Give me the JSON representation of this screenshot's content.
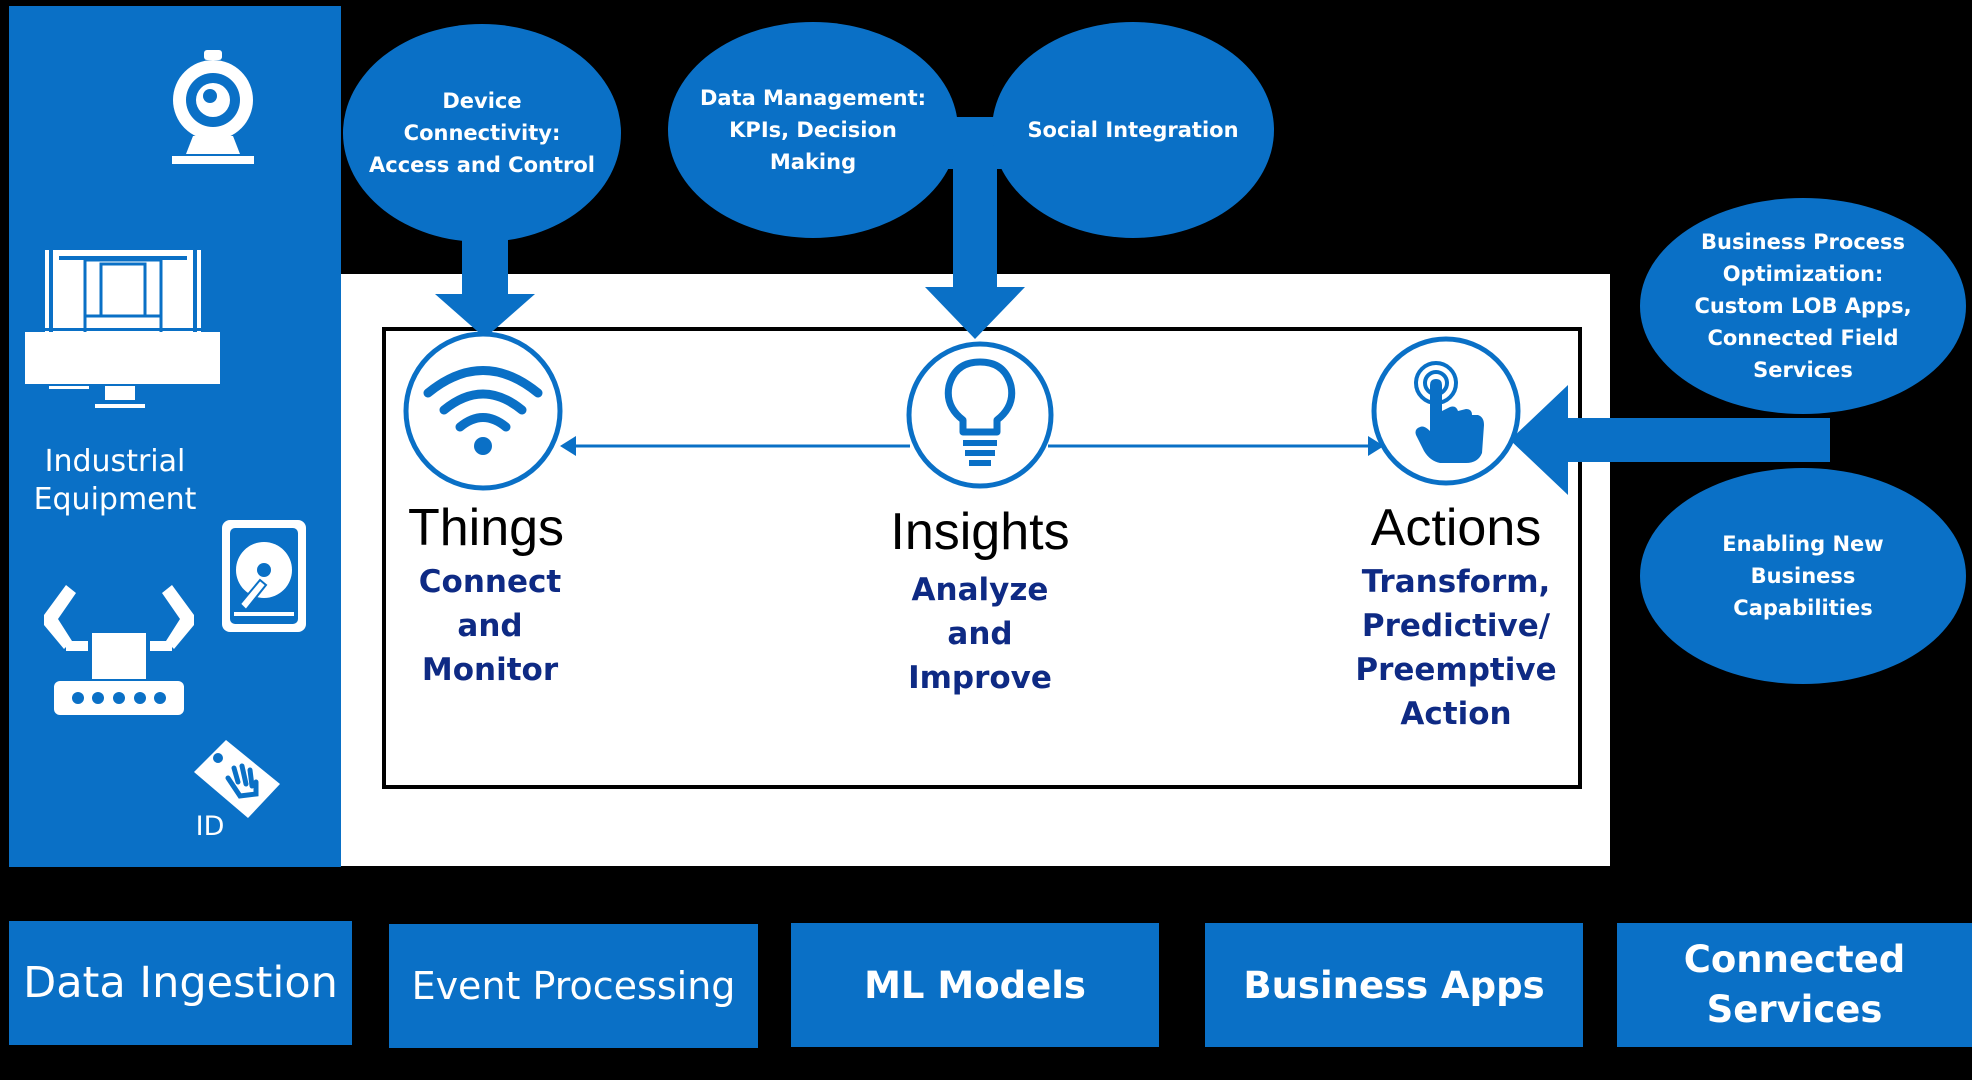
{
  "sidebar": {
    "industrial_label": "Industrial\nEquipment",
    "id_label": "ID",
    "icons": [
      "webcam-icon",
      "industrial-machine-icon",
      "robot-arm-conveyor-icon",
      "hard-drive-icon",
      "hand-tag-icon"
    ]
  },
  "bubbles": {
    "device": "Device Connectivity: Access and Control",
    "data": "Data Management: KPIs, Decision Making",
    "social": "Social Integration",
    "business_process": "Business Process Optimization: Custom LOB Apps, Connected Field Services",
    "enabling": "Enabling New Business Capabilities"
  },
  "pillars": {
    "things": {
      "title": "Things",
      "subtitle": "Connect\nand\nMonitor",
      "icon": "wifi-icon"
    },
    "insights": {
      "title": "Insights",
      "subtitle": "Analyze\nand\nImprove",
      "icon": "lightbulb-icon"
    },
    "actions": {
      "title": "Actions",
      "subtitle": "Transform,\nPredictive/\nPreemptive\nAction",
      "icon": "touch-hand-icon"
    }
  },
  "bottom": {
    "data_ingestion": "Data Ingestion",
    "event_processing": "Event Processing",
    "ml_models": "ML Models",
    "business_apps": "Business Apps",
    "connected_services": "Connected\nServices"
  },
  "colors": {
    "accent": "#0A70C6",
    "subtitle": "#0E2A84",
    "background": "#000000"
  }
}
